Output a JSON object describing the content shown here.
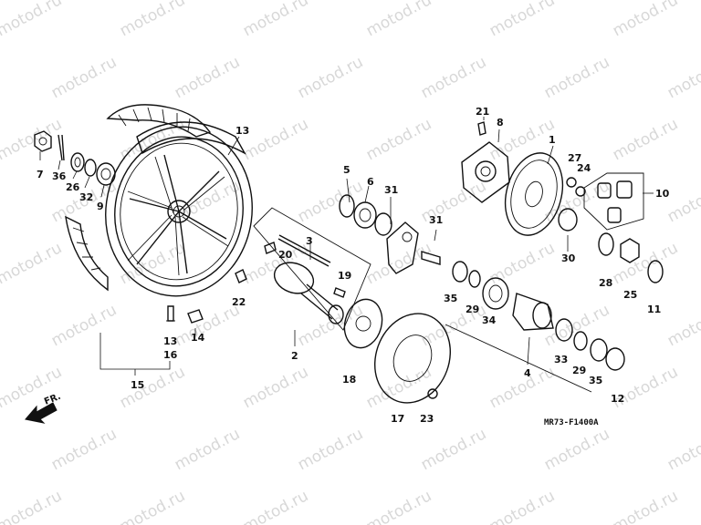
{
  "diagram": {
    "drawing_code": "MR73-F1400A",
    "front_label": "FR.",
    "watermark": "motod.ru",
    "callouts": [
      {
        "id": "1",
        "label": "1"
      },
      {
        "id": "2",
        "label": "2"
      },
      {
        "id": "3",
        "label": "3"
      },
      {
        "id": "4",
        "label": "4"
      },
      {
        "id": "5",
        "label": "5"
      },
      {
        "id": "6",
        "label": "6"
      },
      {
        "id": "7",
        "label": "7"
      },
      {
        "id": "8",
        "label": "8"
      },
      {
        "id": "9",
        "label": "9"
      },
      {
        "id": "10",
        "label": "10"
      },
      {
        "id": "11",
        "label": "11"
      },
      {
        "id": "12",
        "label": "12"
      },
      {
        "id": "13a",
        "label": "13"
      },
      {
        "id": "13b",
        "label": "13"
      },
      {
        "id": "14",
        "label": "14"
      },
      {
        "id": "15",
        "label": "15"
      },
      {
        "id": "16",
        "label": "16"
      },
      {
        "id": "17",
        "label": "17"
      },
      {
        "id": "18",
        "label": "18"
      },
      {
        "id": "19",
        "label": "19"
      },
      {
        "id": "20",
        "label": "20"
      },
      {
        "id": "21",
        "label": "21"
      },
      {
        "id": "22",
        "label": "22"
      },
      {
        "id": "23",
        "label": "23"
      },
      {
        "id": "24",
        "label": "24"
      },
      {
        "id": "25",
        "label": "25"
      },
      {
        "id": "26",
        "label": "26"
      },
      {
        "id": "27",
        "label": "27"
      },
      {
        "id": "28",
        "label": "28"
      },
      {
        "id": "29a",
        "label": "29"
      },
      {
        "id": "29b",
        "label": "29"
      },
      {
        "id": "30",
        "label": "30"
      },
      {
        "id": "31a",
        "label": "31"
      },
      {
        "id": "31b",
        "label": "31"
      },
      {
        "id": "32",
        "label": "32"
      },
      {
        "id": "33",
        "label": "33"
      },
      {
        "id": "34",
        "label": "34"
      },
      {
        "id": "35a",
        "label": "35"
      },
      {
        "id": "35b",
        "label": "35"
      },
      {
        "id": "36",
        "label": "36"
      }
    ]
  }
}
